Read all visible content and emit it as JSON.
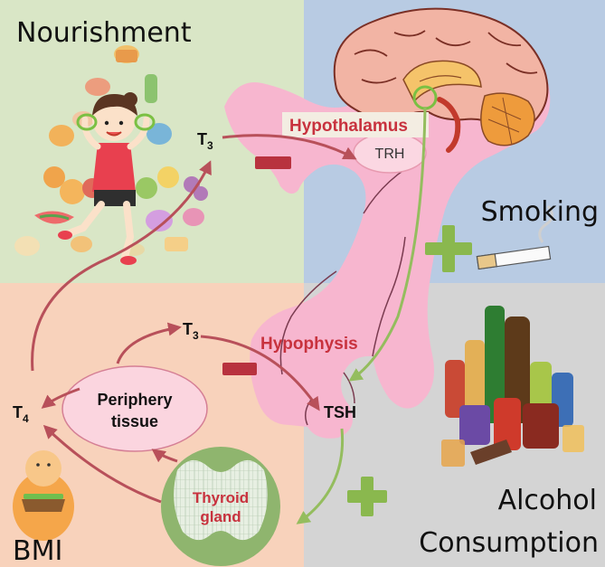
{
  "quadrants": {
    "nourishment": {
      "label": "Nourishment",
      "color": "#d9e6c6"
    },
    "smoking": {
      "label": "Smoking",
      "color": "#b8cbe3"
    },
    "bmi": {
      "label": "BMI",
      "color": "#f8d2bb"
    },
    "alcohol": {
      "label": "Alcohol",
      "label2": "Consumption",
      "color": "#d4d4d4"
    }
  },
  "nodes": {
    "hypothalamus": "Hypothalamus",
    "trh": "TRH",
    "hypophysis": "Hypophysis",
    "tsh": "TSH",
    "thyroid_line1": "Thyroid",
    "thyroid_line2": "gland",
    "periphery_line1": "Periphery",
    "periphery_line2": "tissue",
    "t3_base": "T",
    "t3_sub": "3",
    "t4_base": "T",
    "t4_sub": "4"
  },
  "colors": {
    "pink_organ": "#f7b6cf",
    "arrow_red": "#b8505a",
    "arrow_green": "#94bd5e",
    "label_red": "#c8323e",
    "minus_red": "#b8323e",
    "plus_green": "#8ab84e"
  }
}
